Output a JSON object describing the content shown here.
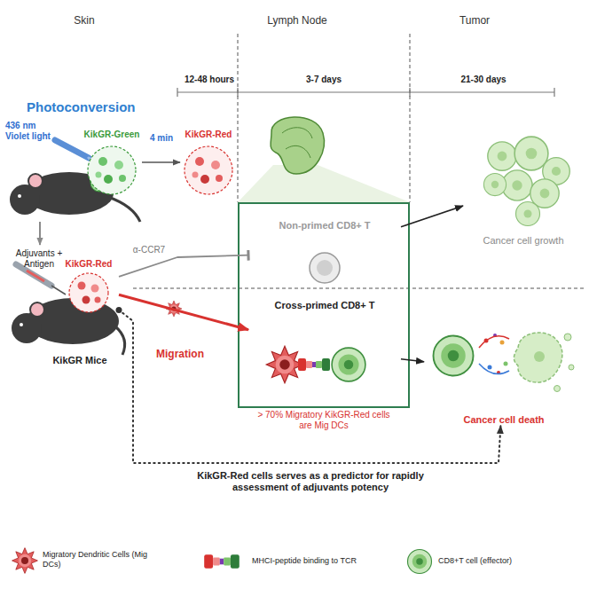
{
  "diagram": {
    "nodes": [
      {
        "text": [
          "KikGR-Green"
        ]
      },
      {
        "text": [
          "KikGR-Red"
        ]
      },
      {
        "text": [
          "KikGR-Red"
        ]
      },
      {
        "text": [
          "> 70% Migratory KikGR-Red cells are Mig DCs"
        ]
      },
      {
        "text": [
          "Non-primed CD8+ T"
        ],
        "in": 3
      },
      {
        "text": [
          "Cross-primed CD8+ T"
        ],
        "in": 3
      },
      {
        "text": [
          "Cancer cell growth"
        ]
      },
      {
        "text": [
          "Cancer cell death"
        ]
      }
    ],
    "edges": [
      {
        "from": 0,
        "to": 1,
        "arrow": "to",
        "label": "4 min"
      },
      {
        "from": 2,
        "to": 4,
        "arrow": "to",
        "label": "α-CCR7"
      },
      {
        "from": 2,
        "to": 5,
        "arrow": "to",
        "label": "Migration"
      },
      {
        "from": 4,
        "to": 6,
        "arrow": "to"
      },
      {
        "from": 5,
        "to": 7,
        "arrow": "to"
      },
      {
        "from": 2,
        "to": 7,
        "arrow": "to",
        "label": "KikGR-Red cells serves as a predictor for rapidly assessment of adjuvants potency"
      }
    ],
    "labels": [
      "Skin",
      "Lymph Node",
      "Tumor",
      "12-48 hours",
      "3-7 days",
      "21-30 days",
      "Photoconversion",
      "436 nm Violet light",
      "Adjuvants + Antigen",
      "KikGR Mice"
    ],
    "legend": [
      {
        "text": "Migratory Dendritic Cells (Mig DCs)"
      },
      {
        "text": "MHCI-peptide binding to TCR"
      },
      {
        "text": "CD8+T cell (effector)"
      }
    ]
  }
}
